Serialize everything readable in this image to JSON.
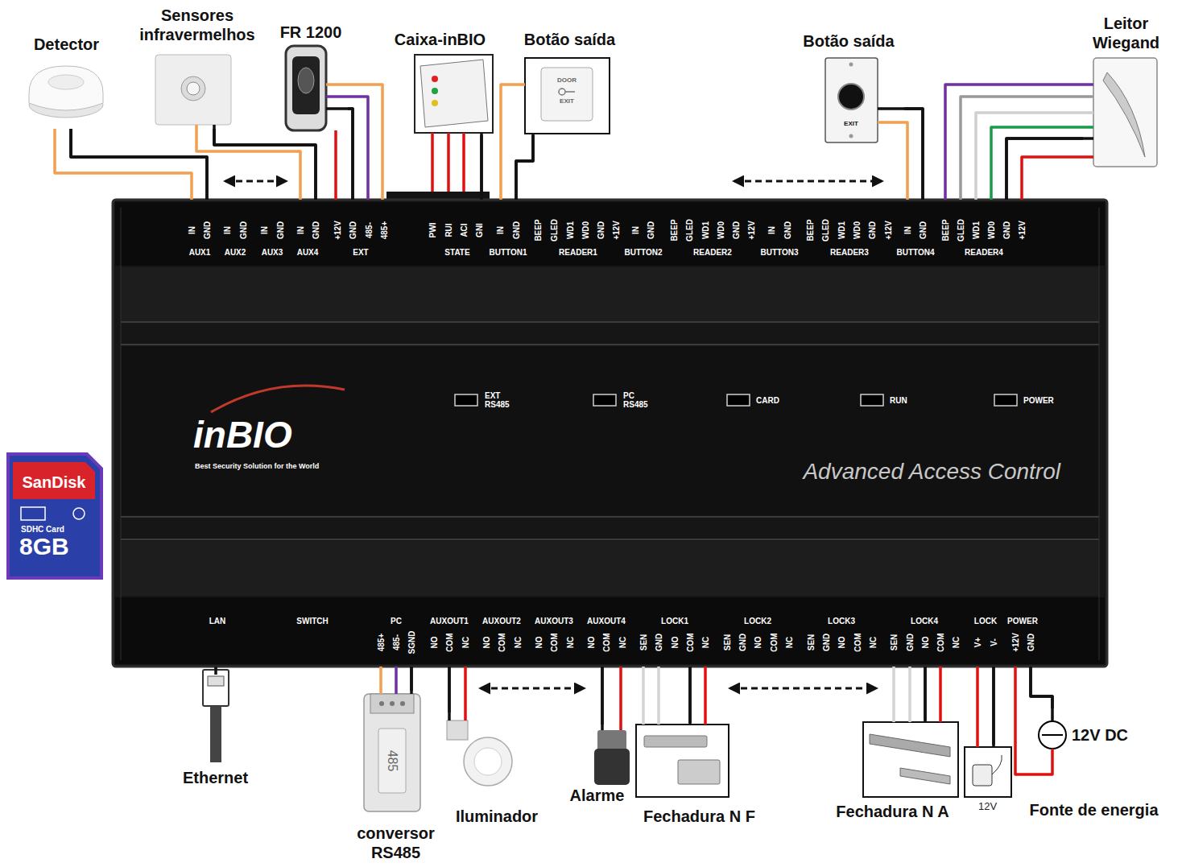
{
  "diagram": {
    "nodes": [
      {
        "text": [
          "Detector"
        ]
      },
      {
        "text": [
          "Sensores infravermelhos"
        ]
      },
      {
        "text": [
          "FR 1200"
        ]
      },
      {
        "text": [
          "Caixa-inBIO"
        ]
      },
      {
        "text": [
          "Botão saída",
          "DOOR EXIT"
        ]
      },
      {
        "text": [
          "Botão saída",
          "EXIT"
        ]
      },
      {
        "text": [
          "Leitor Wiegand"
        ]
      },
      {
        "text": [
          "SanDisk",
          "SDHC Card",
          "8GB"
        ]
      },
      {
        "text": [
          "inBIO",
          "Best Security Solution for the World",
          "Advanced Access Control"
        ]
      },
      {
        "text": [
          "Ethernet"
        ]
      },
      {
        "text": [
          "conversor RS485",
          "485"
        ]
      },
      {
        "text": [
          "Iluminador"
        ]
      },
      {
        "text": [
          "Alarme"
        ]
      },
      {
        "text": [
          "Fechadura N F"
        ]
      },
      {
        "text": [
          "Fechadura N A"
        ]
      },
      {
        "text": [
          "12V"
        ]
      },
      {
        "text": [
          "12V DC",
          "Fonte de energia"
        ]
      }
    ],
    "edges": [
      {
        "from": 0,
        "to": 8,
        "arrow": "none"
      },
      {
        "from": 1,
        "to": 8,
        "arrow": "none"
      },
      {
        "from": 2,
        "to": 8,
        "arrow": "none"
      },
      {
        "from": 3,
        "to": 8,
        "arrow": "none"
      },
      {
        "from": 4,
        "to": 8,
        "arrow": "none"
      },
      {
        "from": 5,
        "to": 8,
        "arrow": "none"
      },
      {
        "from": 6,
        "to": 8,
        "arrow": "none"
      },
      {
        "from": 9,
        "to": 8,
        "arrow": "none"
      },
      {
        "from": 10,
        "to": 8,
        "arrow": "none"
      },
      {
        "from": 11,
        "to": 8,
        "arrow": "none"
      },
      {
        "from": 12,
        "to": 8,
        "arrow": "none"
      },
      {
        "from": 13,
        "to": 8,
        "arrow": "none"
      },
      {
        "from": 14,
        "to": 8,
        "arrow": "none"
      },
      {
        "from": 15,
        "to": 8,
        "arrow": "none"
      },
      {
        "from": 16,
        "to": 8,
        "arrow": "none"
      }
    ],
    "labels": [
      "IN",
      "GND",
      "IN",
      "GND",
      "IN",
      "GND",
      "IN",
      "GND",
      "+12V",
      "GND",
      "485-",
      "485+",
      "PWI",
      "RUI",
      "ACI",
      "GNI",
      "IN",
      "GND",
      "BEEP",
      "GLED",
      "WD1",
      "WD0",
      "GND",
      "+12V",
      "IN",
      "GND",
      "BEEP",
      "GLED",
      "WD1",
      "WD0",
      "GND",
      "+12V",
      "IN",
      "GND",
      "BEEP",
      "GLED",
      "WD1",
      "WD0",
      "GND",
      "+12V",
      "IN",
      "GND",
      "BEEP",
      "GLED",
      "WD1",
      "WD0",
      "GND",
      "+12V",
      "AUX1",
      "AUX2",
      "AUX3",
      "AUX4",
      "EXT",
      "STATE",
      "BUTTON1",
      "READER1",
      "BUTTON2",
      "READER2",
      "BUTTON3",
      "READER3",
      "BUTTON4",
      "READER4",
      "EXT RS485",
      "PC RS485",
      "CARD",
      "RUN",
      "POWER",
      "LAN",
      "SWITCH",
      "PC",
      "AUXOUT1",
      "AUXOUT2",
      "AUXOUT3",
      "AUXOUT4",
      "LOCK1",
      "LOCK2",
      "LOCK3",
      "LOCK4",
      "LOCK",
      "POWER",
      "485+",
      "485-",
      "SGND",
      "NO",
      "COM",
      "NC",
      "NO",
      "COM",
      "NC",
      "NO",
      "COM",
      "NC",
      "NO",
      "COM",
      "NC",
      "SEN",
      "GND",
      "NO",
      "COM",
      "NC",
      "SEN",
      "GND",
      "NO",
      "COM",
      "NC",
      "SEN",
      "GND",
      "NO",
      "COM",
      "NC",
      "SEN",
      "GND",
      "NO",
      "COM",
      "NC",
      "V+",
      "V-",
      "+12V",
      "GND"
    ]
  }
}
